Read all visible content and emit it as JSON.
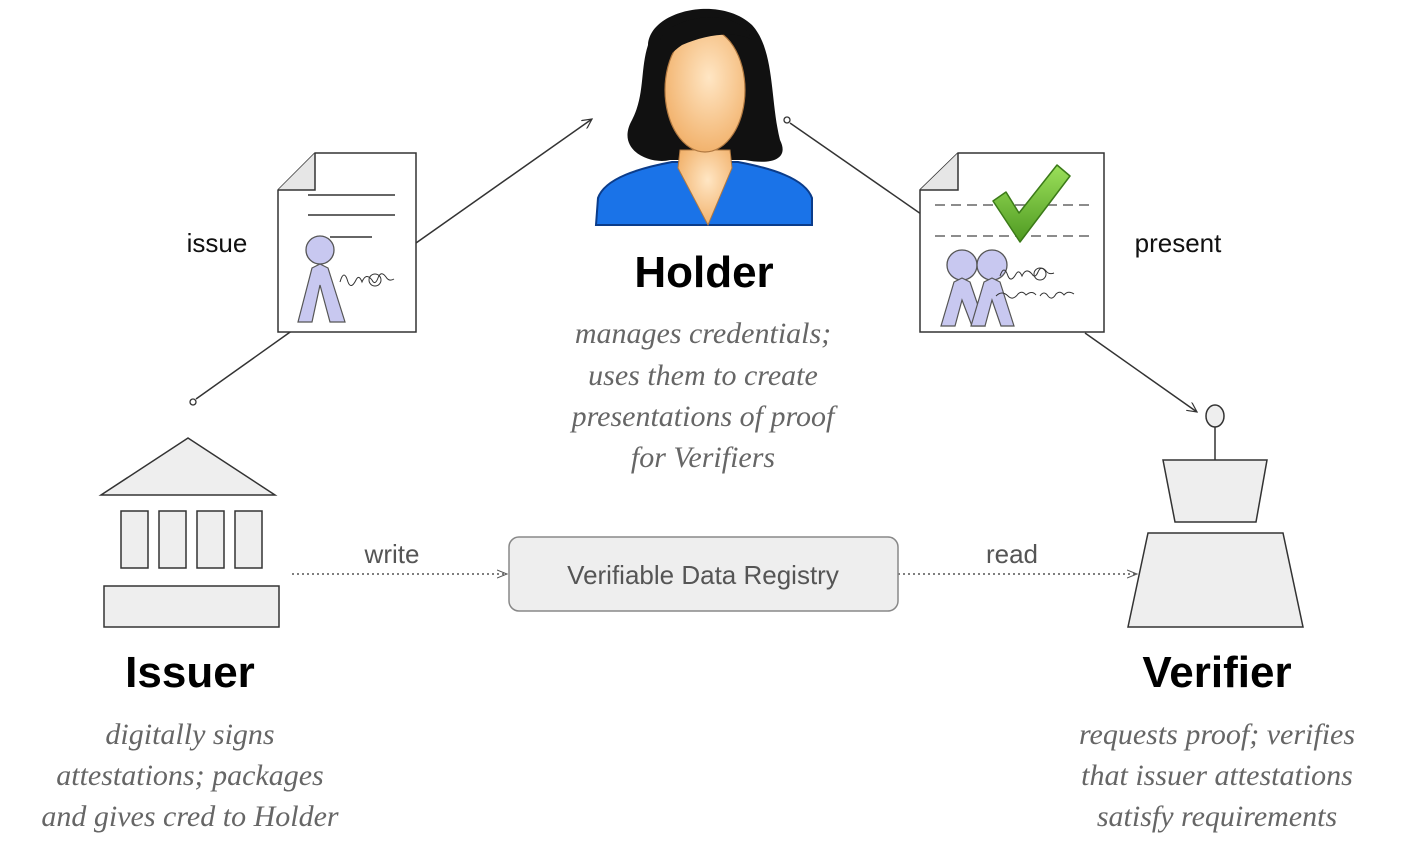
{
  "holder": {
    "title": "Holder",
    "desc": [
      "manages credentials;",
      "uses them to create",
      "presentations of proof",
      "for Verifiers"
    ]
  },
  "issuer": {
    "title": "Issuer",
    "desc": [
      "digitally signs",
      "attestations; packages",
      "and gives cred to Holder"
    ]
  },
  "verifier": {
    "title": "Verifier",
    "desc": [
      "requests proof; verifies",
      "that issuer attestations",
      "satisfy requirements"
    ]
  },
  "registry": {
    "label": "Verifiable Data Registry"
  },
  "edges": {
    "issue": "issue",
    "present": "present",
    "write": "write",
    "read": "read"
  },
  "colors": {
    "icon_fill": "#eeeeee",
    "icon_stroke": "#333333",
    "holder_shirt": "#1a73e8",
    "holder_skin": "#f7c58f",
    "person_glyph": "#c8c8f0",
    "checkmark": "#6ab830"
  },
  "icons": {
    "holder": "person-female-icon",
    "issuer": "bank-building-icon",
    "verifier": "verifier-machine-icon",
    "credential": "document-certificate-icon",
    "presentation": "document-verified-icon"
  }
}
